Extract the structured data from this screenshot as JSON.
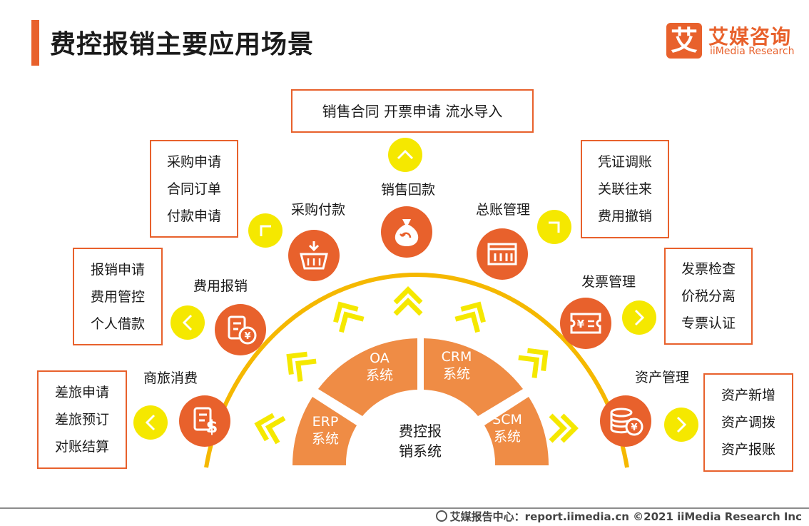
{
  "header": {
    "title": "费控报销主要应用场景",
    "logo_mark": "艾",
    "logo_cn": "艾媒咨询",
    "logo_en": "iiMedia Research"
  },
  "colors": {
    "accent": "#e8612c",
    "arc": "#f5b800",
    "arrow": "#f5e800",
    "segment": "#ef8c45"
  },
  "scenarios": {
    "business_travel": {
      "label": "商旅消费",
      "items": [
        "差旅申请",
        "差旅预订",
        "对账结算"
      ],
      "icon": "receipt-dollar-icon"
    },
    "expense": {
      "label": "费用报销",
      "items": [
        "报销申请",
        "费用管控",
        "个人借款"
      ],
      "icon": "receipt-yen-icon"
    },
    "procurement": {
      "label": "采购付款",
      "items": [
        "采购申请",
        "合同订单",
        "付款申请"
      ],
      "icon": "shopping-basket-icon"
    },
    "collection": {
      "label": "销售回款",
      "items": [
        "销售合同 开票申请 流水导入"
      ],
      "icon": "money-bag-icon"
    },
    "ledger": {
      "label": "总账管理",
      "items": [
        "凭证调账",
        "关联往来",
        "费用撤销"
      ],
      "icon": "ledger-chart-icon"
    },
    "invoice": {
      "label": "发票管理",
      "items": [
        "发票检查",
        "价税分离",
        "专票认证"
      ],
      "icon": "invoice-ticket-icon"
    },
    "assets": {
      "label": "资产管理",
      "items": [
        "资产新增",
        "资产调拨",
        "资产报账"
      ],
      "icon": "coin-stack-icon"
    }
  },
  "core": {
    "segments": [
      {
        "name": "ERP",
        "sub": "系统"
      },
      {
        "name": "OA",
        "sub": "系统"
      },
      {
        "name": "CRM",
        "sub": "系统"
      },
      {
        "name": "SCM",
        "sub": "系统"
      }
    ],
    "center_line1": "费控报",
    "center_line2": "销系统"
  },
  "footer": {
    "text": "艾媒报告中心：report.iimedia.cn   ©2021  iiMedia Research  Inc"
  }
}
